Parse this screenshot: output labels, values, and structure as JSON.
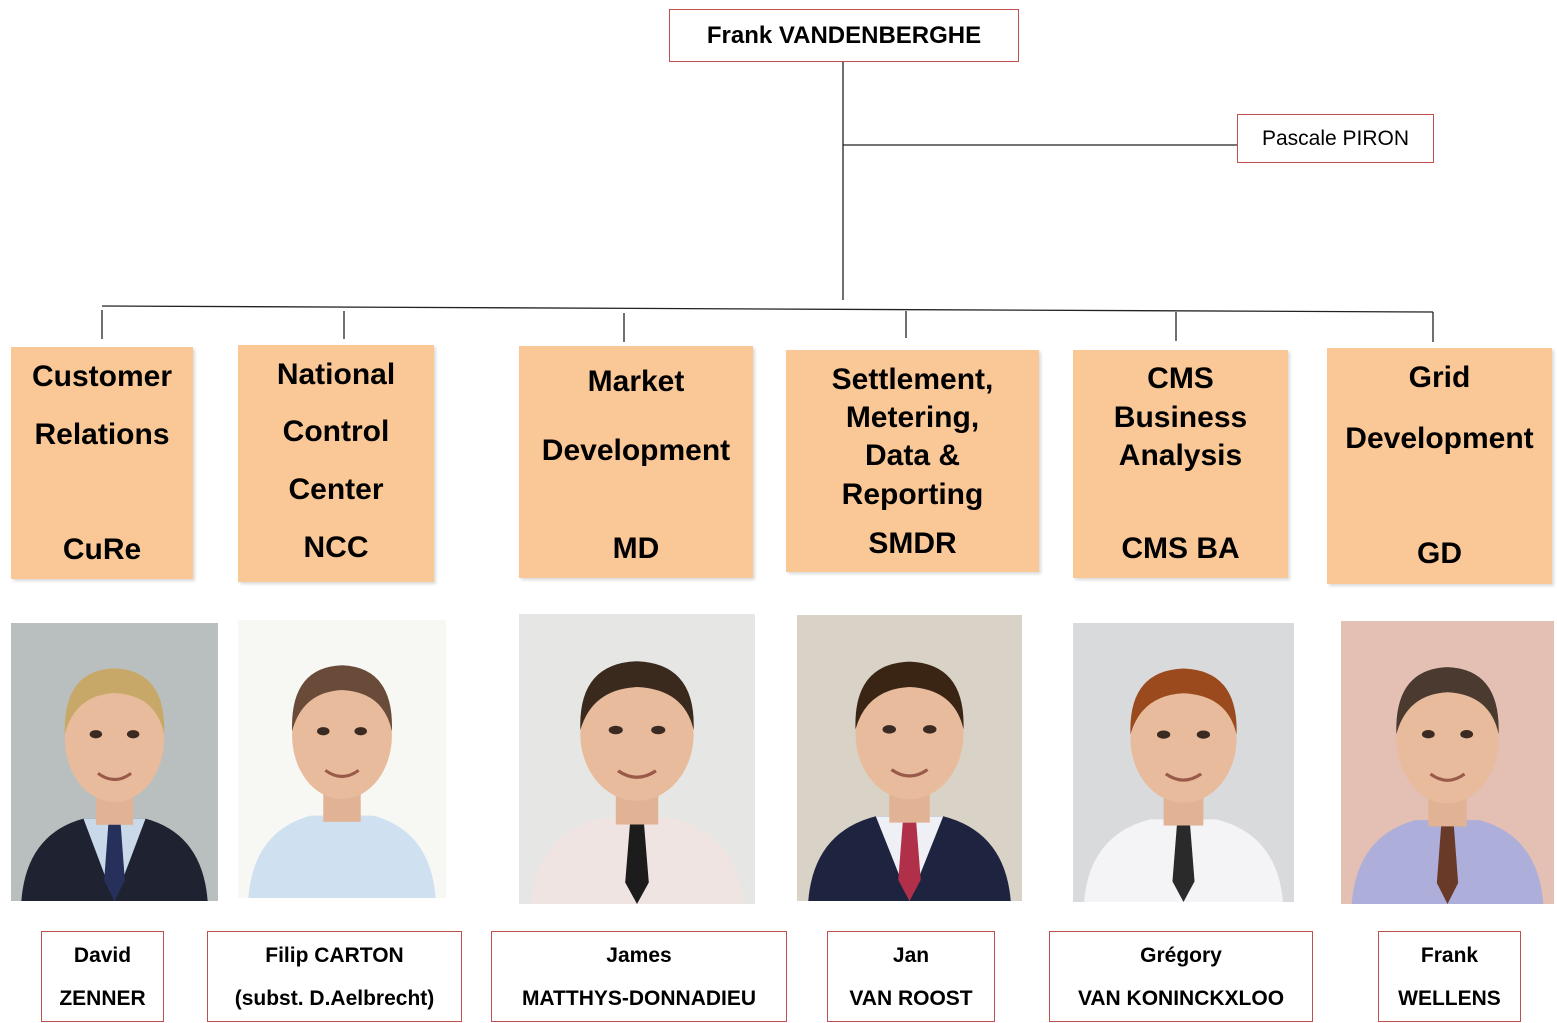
{
  "head": {
    "name": "Frank VANDENBERGHE"
  },
  "assistant": {
    "name": "Pascale PIRON"
  },
  "departments": [
    {
      "name_lines": [
        "Customer",
        "Relations"
      ],
      "abbr": "CuRe"
    },
    {
      "name_lines": [
        "National",
        "Control",
        "Center"
      ],
      "abbr": "NCC"
    },
    {
      "name_lines": [
        "Market",
        "Development"
      ],
      "abbr": "MD"
    },
    {
      "name_lines": [
        "Settlement,",
        "Metering,",
        "Data &",
        "Reporting"
      ],
      "abbr": "SMDR"
    },
    {
      "name_lines": [
        "CMS",
        "Business",
        "Analysis"
      ],
      "abbr": "CMS BA"
    },
    {
      "name_lines": [
        "Grid",
        "Development"
      ],
      "abbr": "GD"
    }
  ],
  "managers": [
    {
      "line1": "David",
      "line2": "ZENNER",
      "photo": "portrait-photo",
      "photo_bg": "#b9bfbe",
      "shirt": "#c9d9ea",
      "jacket": "#1f2230",
      "hair": "#c8a868",
      "tie": "#27305a"
    },
    {
      "line1": "Filip CARTON",
      "line2": "(subst. D.Aelbrecht)",
      "photo": "portrait-photo",
      "photo_bg": "#f7f7f4",
      "shirt": "#cfe0f1",
      "jacket": "",
      "hair": "#6a4a38",
      "tie": ""
    },
    {
      "line1": "James",
      "line2": "MATTHYS-DONNADIEU",
      "photo": "portrait-photo",
      "photo_bg": "#e6e6e4",
      "shirt": "#efe4e2",
      "jacket": "",
      "hair": "#3a2a1e",
      "tie": "#1c1c1c"
    },
    {
      "line1": "Jan",
      "line2": "VAN ROOST",
      "photo": "portrait-photo",
      "photo_bg": "#d8d3c6",
      "shirt": "#eef0f5",
      "jacket": "#1e2340",
      "hair": "#3a2414",
      "tie": "#b0304a"
    },
    {
      "line1": "Grégory",
      "line2": "VAN KONINCKXLOO",
      "photo": "portrait-photo",
      "photo_bg": "#d9dadc",
      "shirt": "#f4f4f6",
      "jacket": "",
      "hair": "#9a4a1c",
      "tie": "#2a2a2a"
    },
    {
      "line1": "Frank",
      "line2": "WELLENS",
      "photo": "portrait-photo",
      "photo_bg": "#e3bfb4",
      "shirt": "#aeaedb",
      "jacket": "",
      "hair": "#4a3a30",
      "tie": "#6a3a28"
    }
  ]
}
